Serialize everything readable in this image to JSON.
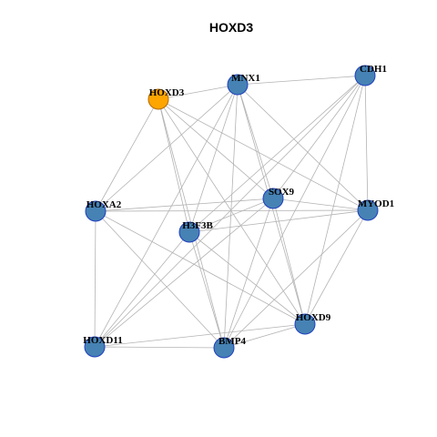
{
  "title": "HOXD3",
  "colors": {
    "focus_node": "#ffa500",
    "node": "#4682b4",
    "node_border": "#1f3fbf",
    "focus_border": "#b36b00",
    "edge": "#b3b3b3"
  },
  "nodes": [
    {
      "id": "HOXD3",
      "label": "HOXD3",
      "focus": true
    },
    {
      "id": "MNX1",
      "label": "MNX1",
      "focus": false
    },
    {
      "id": "CDH1",
      "label": "CDH1",
      "focus": false
    },
    {
      "id": "HOXA2",
      "label": "HOXA2",
      "focus": false
    },
    {
      "id": "SOX9",
      "label": "SOX9",
      "focus": false
    },
    {
      "id": "MYOD1",
      "label": "MYOD1",
      "focus": false
    },
    {
      "id": "H3F3B",
      "label": "H3F3B",
      "focus": false
    },
    {
      "id": "HOXD9",
      "label": "HOXD9",
      "focus": false
    },
    {
      "id": "HOXD11",
      "label": "HOXD11",
      "focus": false
    },
    {
      "id": "BMP4",
      "label": "BMP4",
      "focus": false
    }
  ],
  "edges": [
    [
      "HOXD3",
      "MNX1"
    ],
    [
      "HOXD3",
      "HOXA2"
    ],
    [
      "HOXD3",
      "SOX9"
    ],
    [
      "HOXD3",
      "MYOD1"
    ],
    [
      "HOXD3",
      "H3F3B"
    ],
    [
      "HOXD3",
      "HOXD9"
    ],
    [
      "HOXD3",
      "BMP4"
    ],
    [
      "MNX1",
      "CDH1"
    ],
    [
      "MNX1",
      "HOXA2"
    ],
    [
      "MNX1",
      "SOX9"
    ],
    [
      "MNX1",
      "MYOD1"
    ],
    [
      "MNX1",
      "H3F3B"
    ],
    [
      "MNX1",
      "HOXD9"
    ],
    [
      "MNX1",
      "HOXD11"
    ],
    [
      "MNX1",
      "BMP4"
    ],
    [
      "CDH1",
      "SOX9"
    ],
    [
      "CDH1",
      "MYOD1"
    ],
    [
      "CDH1",
      "H3F3B"
    ],
    [
      "CDH1",
      "HOXD9"
    ],
    [
      "CDH1",
      "HOXD11"
    ],
    [
      "CDH1",
      "BMP4"
    ],
    [
      "HOXA2",
      "SOX9"
    ],
    [
      "HOXA2",
      "MYOD1"
    ],
    [
      "HOXA2",
      "HOXD9"
    ],
    [
      "HOXA2",
      "HOXD11"
    ],
    [
      "HOXA2",
      "BMP4"
    ],
    [
      "SOX9",
      "MYOD1"
    ],
    [
      "SOX9",
      "H3F3B"
    ],
    [
      "SOX9",
      "HOXD9"
    ],
    [
      "SOX9",
      "HOXD11"
    ],
    [
      "SOX9",
      "BMP4"
    ],
    [
      "MYOD1",
      "H3F3B"
    ],
    [
      "MYOD1",
      "HOXD9"
    ],
    [
      "MYOD1",
      "BMP4"
    ],
    [
      "H3F3B",
      "HOXD11"
    ],
    [
      "H3F3B",
      "BMP4"
    ],
    [
      "H3F3B",
      "HOXD9"
    ],
    [
      "HOXD9",
      "BMP4"
    ],
    [
      "HOXD11",
      "BMP4"
    ],
    [
      "HOXD9",
      "HOXD11"
    ]
  ]
}
